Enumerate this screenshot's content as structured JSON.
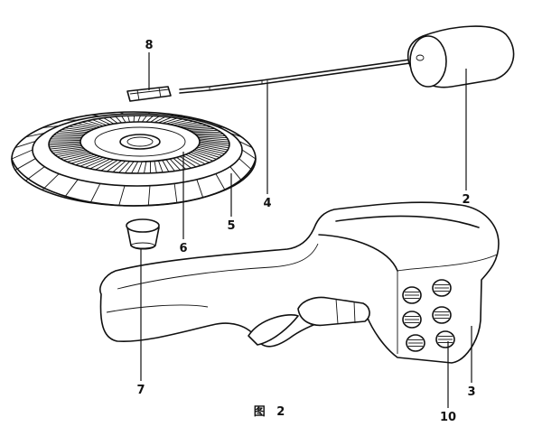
{
  "caption": "图 2",
  "labels": {
    "l1": "8",
    "l2": "4",
    "l3": "2",
    "l4": "6",
    "l5": "5",
    "l6": "7",
    "l7": "10",
    "l8": "3"
  }
}
